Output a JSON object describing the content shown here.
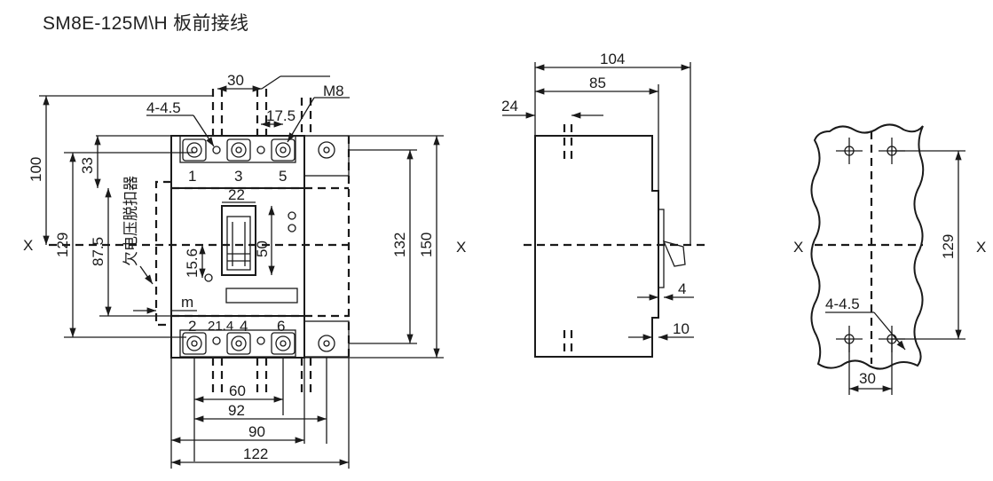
{
  "title": "SM8E-125M\\H 板前接线",
  "front": {
    "dim_30": "30",
    "hole_spec": "4-4.5",
    "bolt": "M8",
    "dim_17_5": "17.5",
    "dim_100": "100",
    "dim_33": "33",
    "dim_129": "129",
    "dim_87_5": "87.5",
    "dim_22": "22",
    "dim_50": "50",
    "dim_15_6": "15.6",
    "dim_132": "132",
    "dim_150": "150",
    "dim_60": "60",
    "dim_92": "92",
    "dim_90": "90",
    "dim_122": "122",
    "dim_21_4": "21.4",
    "axis_x_left": "X",
    "axis_x_right": "X",
    "label_m": "m",
    "undervoltage": "欠电压脱扣器",
    "terminals": [
      "1",
      "3",
      "5",
      "2",
      "4",
      "6"
    ]
  },
  "side": {
    "dim_104": "104",
    "dim_85": "85",
    "dim_24": "24",
    "dim_4": "4",
    "dim_10": "10"
  },
  "panel": {
    "axis_x_left": "X",
    "axis_x_right": "X",
    "dim_129": "129",
    "hole_spec": "4-4.5",
    "dim_30": "30"
  }
}
